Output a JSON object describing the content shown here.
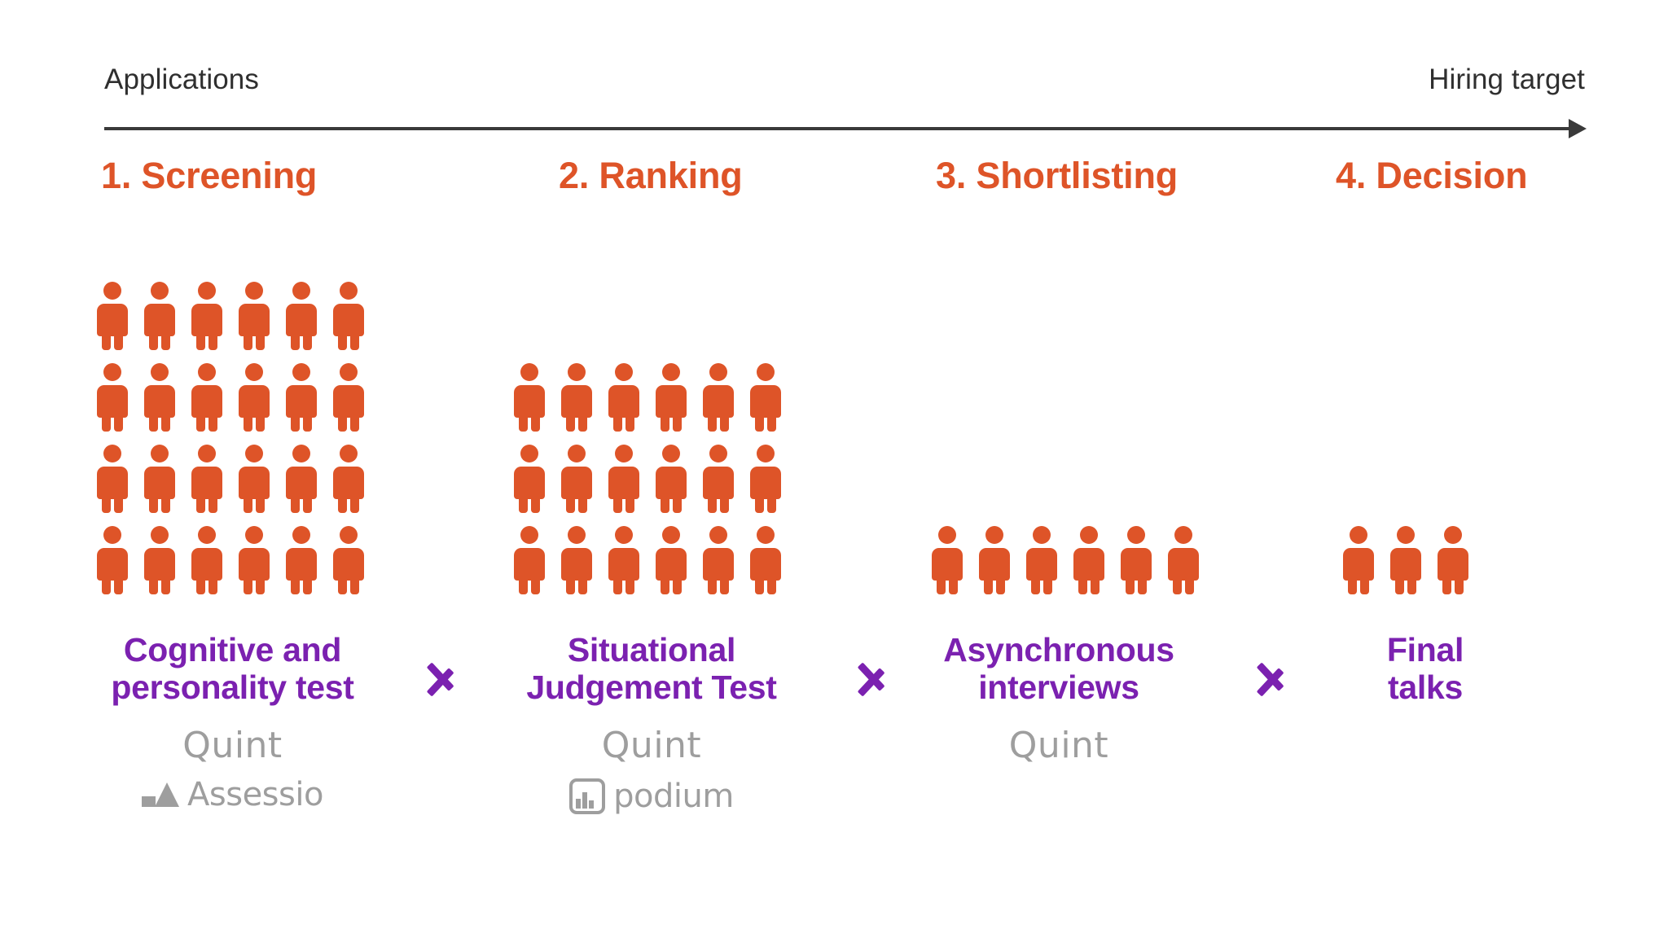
{
  "axis": {
    "left_label": "Applications",
    "right_label": "Hiring target",
    "arrow_icon": "arrow-right-icon"
  },
  "theme": {
    "orange": "#DE5428",
    "purple": "#7B21B0",
    "gray": "#9E9E9E",
    "axis_text": "#2F2F2F",
    "background": "#FFFFFF"
  },
  "chart_data": {
    "type": "pictogram",
    "title": "Hiring funnel",
    "categories": [
      "1. Screening",
      "2. Ranking",
      "3. Shortlisting",
      "4. Decision"
    ],
    "values": [
      24,
      18,
      6,
      3
    ],
    "unit": "candidate",
    "icon": "person-icon",
    "grid": [
      {
        "rows": 4,
        "cols": 6
      },
      {
        "rows": 3,
        "cols": 6
      },
      {
        "rows": 1,
        "cols": 6
      },
      {
        "rows": 1,
        "cols": 3
      }
    ],
    "xlabel": "Applications → Hiring target",
    "ylabel": "",
    "legend": "none",
    "grid_on": false
  },
  "stages": [
    {
      "title": "1. Screening",
      "label_lines": [
        "Cognitive and",
        "personality test"
      ],
      "count": 24,
      "rows": 4,
      "cols": 6,
      "vendors": [
        "Quint",
        "Assessio"
      ]
    },
    {
      "title": "2. Ranking",
      "label_lines": [
        "Situational",
        "Judgement Test"
      ],
      "count": 18,
      "rows": 3,
      "cols": 6,
      "vendors": [
        "Quint",
        "podium"
      ]
    },
    {
      "title": "3. Shortlisting",
      "label_lines": [
        "Asynchronous",
        "interviews"
      ],
      "count": 6,
      "rows": 1,
      "cols": 6,
      "vendors": [
        "Quint"
      ]
    },
    {
      "title": "4. Decision",
      "label_lines": [
        "Final",
        "talks"
      ],
      "count": 3,
      "rows": 1,
      "cols": 3,
      "vendors": []
    }
  ],
  "separators": {
    "icon": "chevron-right-icon",
    "count": 3
  }
}
